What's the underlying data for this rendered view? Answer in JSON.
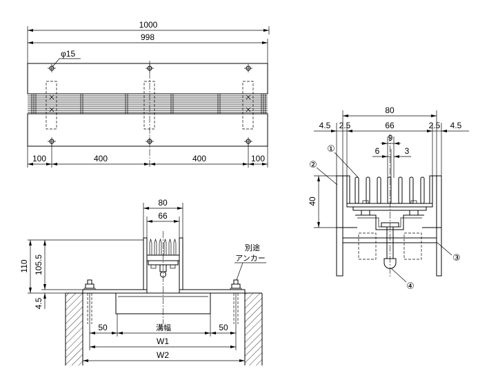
{
  "top_view": {
    "dim_overall": "1000",
    "dim_plate": "998",
    "hole_label": "φ15",
    "dim_bottom": [
      "100",
      "400",
      "400",
      "100"
    ]
  },
  "section_view": {
    "dim_80": "80",
    "dim_row": [
      "4.5",
      "2.5",
      "66",
      "2.5",
      "4.5"
    ],
    "dim_9": "9",
    "dim_6": "6",
    "dim_3": "3",
    "dim_40": "40",
    "callouts": [
      "①",
      "②",
      "③",
      "④"
    ]
  },
  "install_view": {
    "dim_80": "80",
    "dim_66": "66",
    "dim_110": "110",
    "dim_105_5": "105.5",
    "dim_4_5": "4.5",
    "anchor_note": [
      "別途",
      "アンカー"
    ],
    "dim_50_left": "50",
    "trench_width": "溝幅",
    "dim_50_right": "50",
    "w1": "W1",
    "w2": "W2"
  },
  "colors": {
    "line": "#000000",
    "background": "#ffffff"
  }
}
